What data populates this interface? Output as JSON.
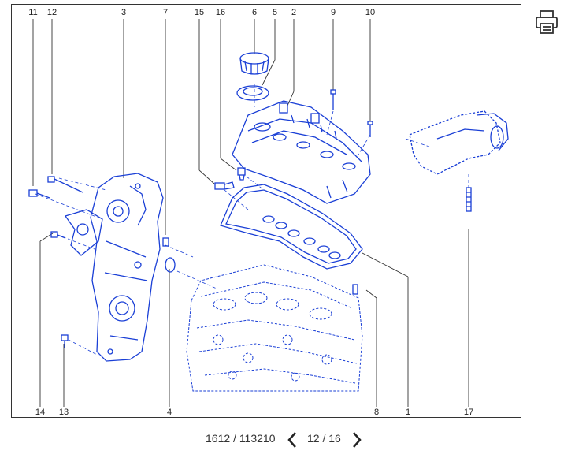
{
  "diagram": {
    "callouts": [
      "11",
      "12",
      "3",
      "7",
      "15",
      "16",
      "6",
      "5",
      "2",
      "9",
      "10",
      "14",
      "13",
      "4",
      "8",
      "1",
      "17"
    ],
    "line_color": "#1a3fd6",
    "leader_color": "#333333"
  },
  "toolbar": {
    "print_icon": "printer-icon"
  },
  "pagination": {
    "reference": "1612 / 113210",
    "page": "12 / 16",
    "prev_icon": "chevron-left-icon",
    "next_icon": "chevron-right-icon"
  }
}
